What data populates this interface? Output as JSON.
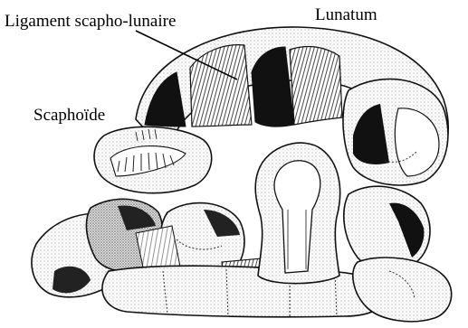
{
  "figure": {
    "labels": {
      "ligament": "Ligament scapho-lunaire",
      "lunatum": "Lunatum",
      "scaphoide": "Scaphoïde"
    }
  }
}
